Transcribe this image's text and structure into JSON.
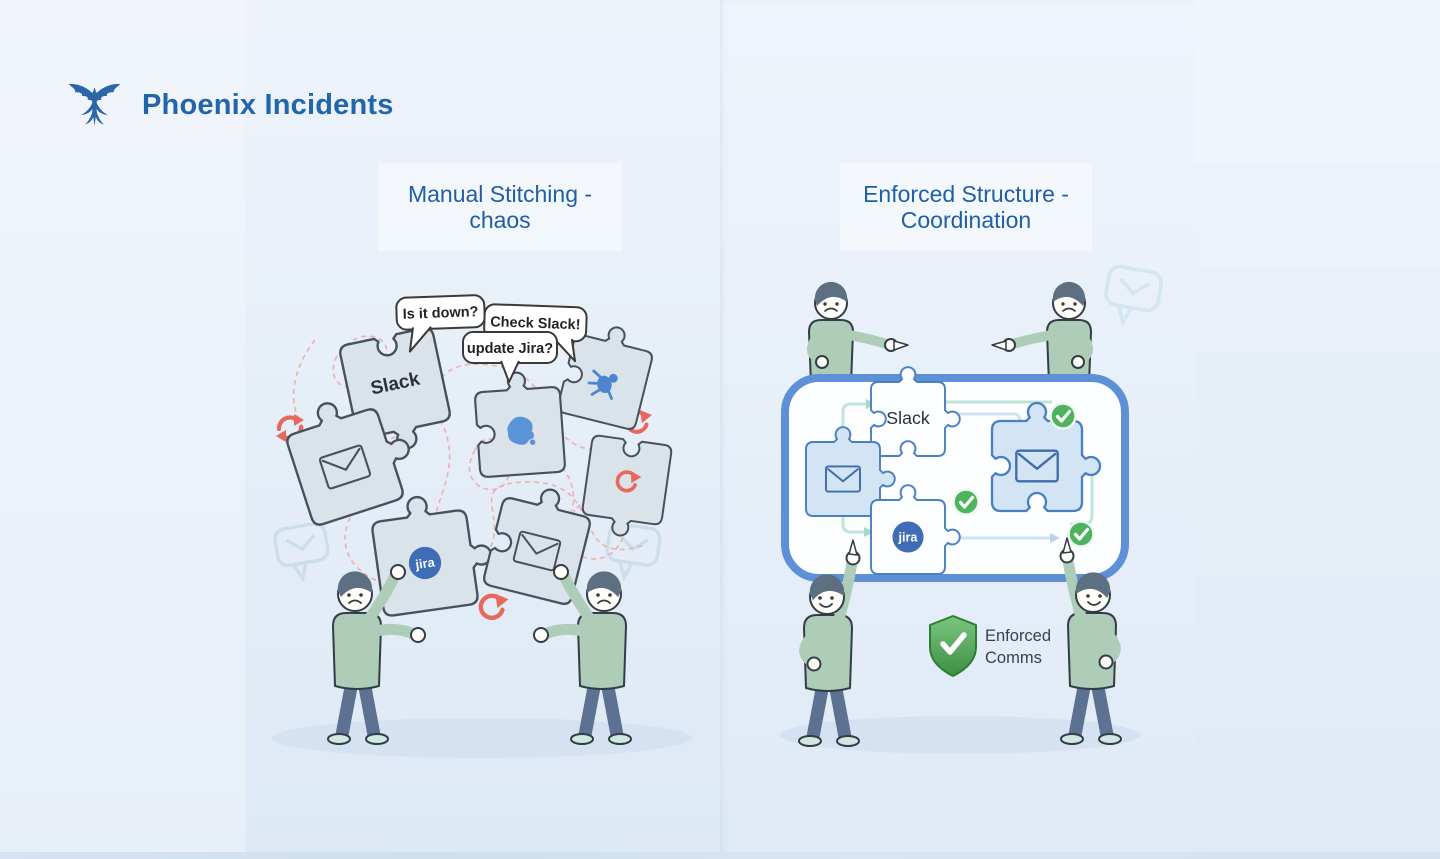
{
  "header": {
    "app_title": "Phoenix Incidents",
    "logo_icon": "phoenix-icon"
  },
  "left_panel": {
    "title_line1": "Manual Stitching -",
    "title_line2": "chaos",
    "speech_bubbles": [
      "Is it down?",
      "Check Slack!",
      "update Jira?"
    ],
    "puzzle_slack_label": "Slack",
    "puzzle_jira_label": "jira",
    "icons": [
      "envelope-icon",
      "bug-icon",
      "blob-icon",
      "sync-icon",
      "refresh-icon",
      "chat-watermark-icon"
    ],
    "people": [
      "frowning-person-reaching",
      "frowning-person-reaching"
    ]
  },
  "right_panel": {
    "title_line1": "Enforced Structure -",
    "title_line2": "Coordination",
    "puzzle_slack_label": "Slack",
    "puzzle_jira_label": "jira",
    "badge_line1": "Enforced",
    "badge_line2": "Comms",
    "check_count": 3,
    "icons": [
      "envelope-icon",
      "check-icon",
      "shield-check-icon",
      "chat-watermark-icon"
    ],
    "people": [
      "frowning-person-pointing",
      "frowning-person-pointing",
      "smiling-person-pointing-up",
      "smiling-person-pointing-up"
    ]
  },
  "colors": {
    "brand_blue": "#2265ab",
    "panel_title_blue": "#1f5fa5",
    "board_border_blue": "#5e90d8",
    "puzzle_fill_gray": "#dbe3ea",
    "puzzle_stroke": "#46515e",
    "board_piece_blue": "#d3e4f4",
    "jira_blue": "#3f6db5",
    "glyph_blue": "#5b93d8",
    "red_accent": "#e8685e",
    "tangle_red": "#f2a09a",
    "check_green": "#4db35c",
    "shield_green": "#3c8f44",
    "sweater_green": "#aecdb9",
    "pants_blue": "#5d7292",
    "shoe_teal": "#cfe8e2",
    "connector_teal": "#bfe4da",
    "connector_blue": "#cfe3f2"
  }
}
